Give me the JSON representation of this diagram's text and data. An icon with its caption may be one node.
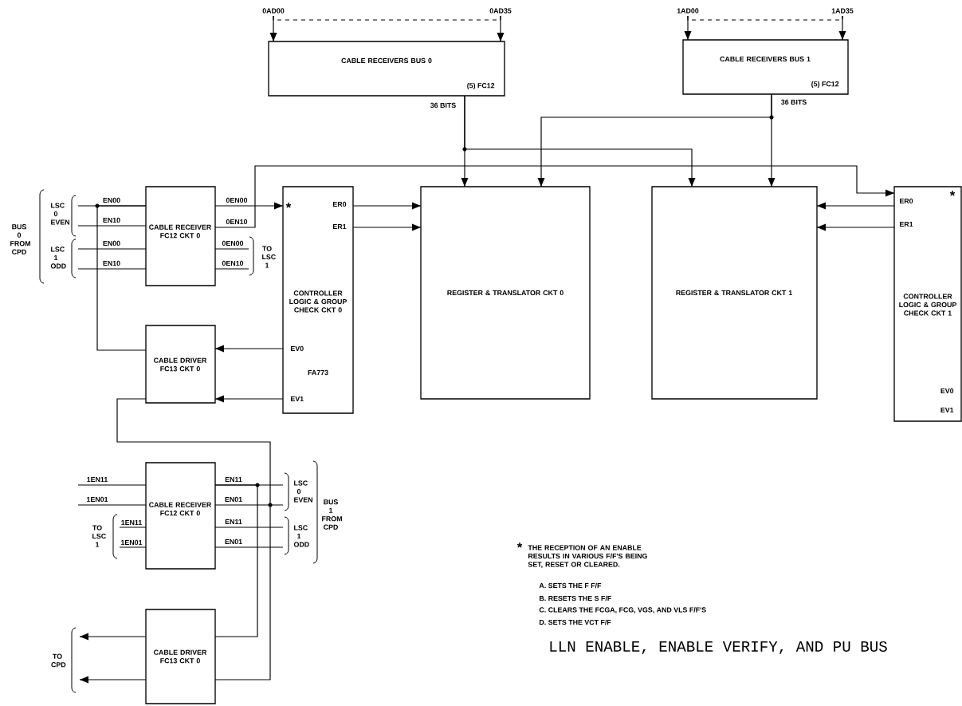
{
  "diagram": {
    "caption": "LLN ENABLE, ENABLE VERIFY, AND PU BUS",
    "nodes": [
      {
        "text": [
          "CABLE RECEIVERS BUS 0",
          "(5) FC12"
        ]
      },
      {
        "text": [
          "CABLE RECEIVERS BUS 1",
          "(5) FC12"
        ]
      },
      {
        "text": [
          "CABLE RECEIVER FC12 CKT 0"
        ]
      },
      {
        "text": [
          "ER0",
          "ER1",
          "CONTROLLER LOGIC & GROUP CHECK CKT 0",
          "EV0",
          "FA773",
          "EV1"
        ]
      },
      {
        "text": [
          "REGISTER & TRANSLATOR CKT 0"
        ]
      },
      {
        "text": [
          "REGISTER & TRANSLATOR CKT 1"
        ]
      },
      {
        "text": [
          "ER0",
          "ER1",
          "CONTROLLER LOGIC & GROUP CHECK CKT 1",
          "EV0",
          "EV1"
        ]
      },
      {
        "text": [
          "CABLE DRIVER FC13 CKT 0"
        ]
      },
      {
        "text": [
          "CABLE RECEIVER FC12 CKT 0"
        ]
      },
      {
        "text": [
          "CABLE DRIVER FC13 CKT 0"
        ]
      },
      {
        "text": [
          "0AD00"
        ]
      },
      {
        "text": [
          "0AD35"
        ]
      },
      {
        "text": [
          "1AD00"
        ]
      },
      {
        "text": [
          "1AD35"
        ]
      },
      {
        "text": [
          "TO CPD"
        ]
      }
    ],
    "edges": [
      {
        "from": 10,
        "to": 0,
        "arrow": "to"
      },
      {
        "from": 11,
        "to": 0,
        "arrow": "to"
      },
      {
        "from": 12,
        "to": 1,
        "arrow": "to"
      },
      {
        "from": 13,
        "to": 1,
        "arrow": "to"
      },
      {
        "from": 0,
        "to": 4,
        "arrow": "to",
        "label": "36 BITS"
      },
      {
        "from": 0,
        "to": 5,
        "arrow": "to"
      },
      {
        "from": 1,
        "to": 5,
        "arrow": "to",
        "label": "36 BITS"
      },
      {
        "from": 1,
        "to": 4,
        "arrow": "to"
      },
      {
        "from": 2,
        "to": 3,
        "arrow": "to",
        "label": "0EN00"
      },
      {
        "from": 2,
        "to": 6,
        "arrow": "to",
        "label": "0EN10"
      },
      {
        "from": 3,
        "to": 4,
        "arrow": "to"
      },
      {
        "from": 3,
        "to": 4,
        "arrow": "to"
      },
      {
        "from": 6,
        "to": 5,
        "arrow": "to"
      },
      {
        "from": 6,
        "to": 5,
        "arrow": "to"
      },
      {
        "from": 3,
        "to": 7,
        "arrow": "to"
      },
      {
        "from": 3,
        "to": 7,
        "arrow": "to"
      },
      {
        "from": null,
        "to": 2,
        "arrow": "none",
        "label": "EN00"
      },
      {
        "from": null,
        "to": 2,
        "arrow": "none",
        "label": "EN10"
      },
      {
        "from": null,
        "to": 2,
        "arrow": "none",
        "label": "EN00"
      },
      {
        "from": null,
        "to": 2,
        "arrow": "none",
        "label": "EN10"
      },
      {
        "from": 2,
        "to": null,
        "arrow": "none",
        "label": "0EN00"
      },
      {
        "from": 2,
        "to": null,
        "arrow": "none",
        "label": "0EN10"
      },
      {
        "from": 7,
        "to": 2,
        "arrow": "none"
      },
      {
        "from": 7,
        "to": 9,
        "arrow": "none"
      },
      {
        "from": 8,
        "to": 9,
        "arrow": "none"
      },
      {
        "from": null,
        "to": 8,
        "arrow": "none",
        "label": "1EN11"
      },
      {
        "from": null,
        "to": 8,
        "arrow": "none",
        "label": "1EN01"
      },
      {
        "from": null,
        "to": 8,
        "arrow": "none",
        "label": "1EN11"
      },
      {
        "from": null,
        "to": 8,
        "arrow": "none",
        "label": "1EN01"
      },
      {
        "from": 8,
        "to": null,
        "arrow": "none",
        "label": "EN11"
      },
      {
        "from": 8,
        "to": null,
        "arrow": "none",
        "label": "EN01"
      },
      {
        "from": 8,
        "to": null,
        "arrow": "none",
        "label": "EN11"
      },
      {
        "from": 8,
        "to": null,
        "arrow": "none",
        "label": "EN01"
      },
      {
        "from": 9,
        "to": 14,
        "arrow": "to"
      },
      {
        "from": 9,
        "to": 14,
        "arrow": "to"
      },
      {
        "from": 10,
        "to": 11,
        "arrow": "none",
        "style": "dashed"
      },
      {
        "from": 12,
        "to": 13,
        "arrow": "none",
        "style": "dashed"
      }
    ],
    "labels": [
      "BUS 0 FROM CPD",
      "LSC 0 EVEN",
      "LSC 1 ODD",
      "TO LSC 1",
      "*",
      "*",
      "LSC 0 EVEN",
      "LSC 1 ODD",
      "BUS 1 FROM CPD",
      "TO LSC 1",
      "*",
      "THE RECEPTION OF AN ENABLE RESULTS IN VARIOUS F/F'S BEING SET, RESET OR CLEARED.",
      "A. SETS THE F F/F",
      "B. RESETS THE S F/F",
      "C. CLEARS THE FCGA, FCG, VGS, AND VLS F/F'S",
      "D. SETS THE VCT F/F"
    ]
  }
}
